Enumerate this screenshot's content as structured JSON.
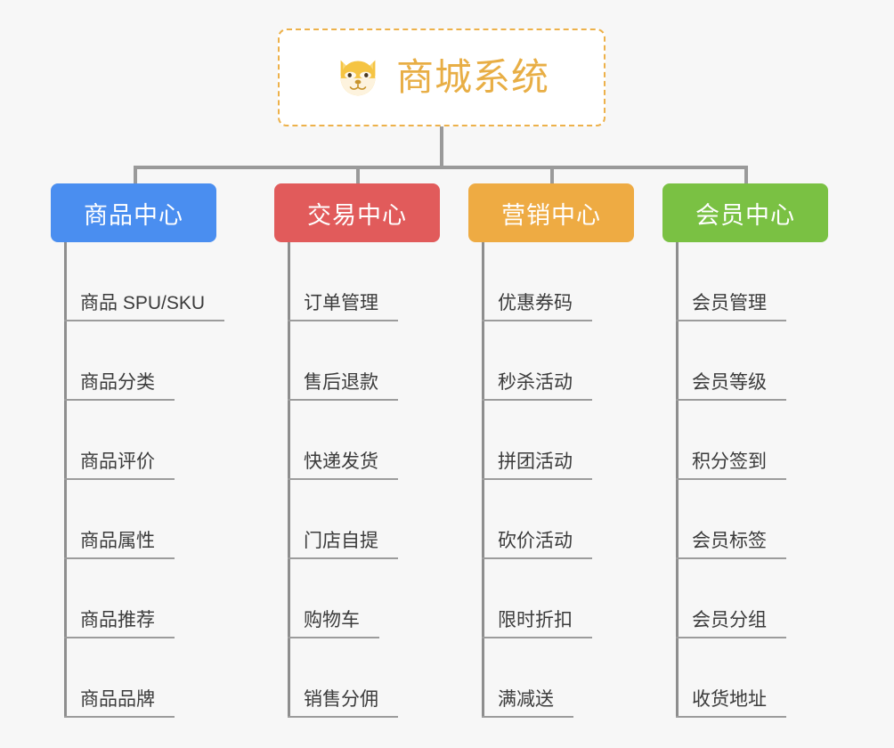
{
  "root": {
    "icon": "dog-face-emoji",
    "title": "商城系统",
    "border_color": "#edb14a",
    "title_color": "#e8ae45"
  },
  "connector_color": "#9a9a9a",
  "background_color": "#f7f7f7",
  "branches": [
    {
      "label": "商品中心",
      "color": "#4a8ef0",
      "items": [
        "商品 SPU/SKU",
        "商品分类",
        "商品评价",
        "商品属性",
        "商品推荐",
        "商品品牌"
      ]
    },
    {
      "label": "交易中心",
      "color": "#e15b5b",
      "items": [
        "订单管理",
        "售后退款",
        "快递发货",
        "门店自提",
        "购物车",
        "销售分佣"
      ]
    },
    {
      "label": "营销中心",
      "color": "#eeab43",
      "items": [
        "优惠券码",
        "秒杀活动",
        "拼团活动",
        "砍价活动",
        "限时折扣",
        "满减送"
      ]
    },
    {
      "label": "会员中心",
      "color": "#7ac143",
      "items": [
        "会员管理",
        "会员等级",
        "积分签到",
        "会员标签",
        "会员分组",
        "收货地址"
      ]
    }
  ]
}
